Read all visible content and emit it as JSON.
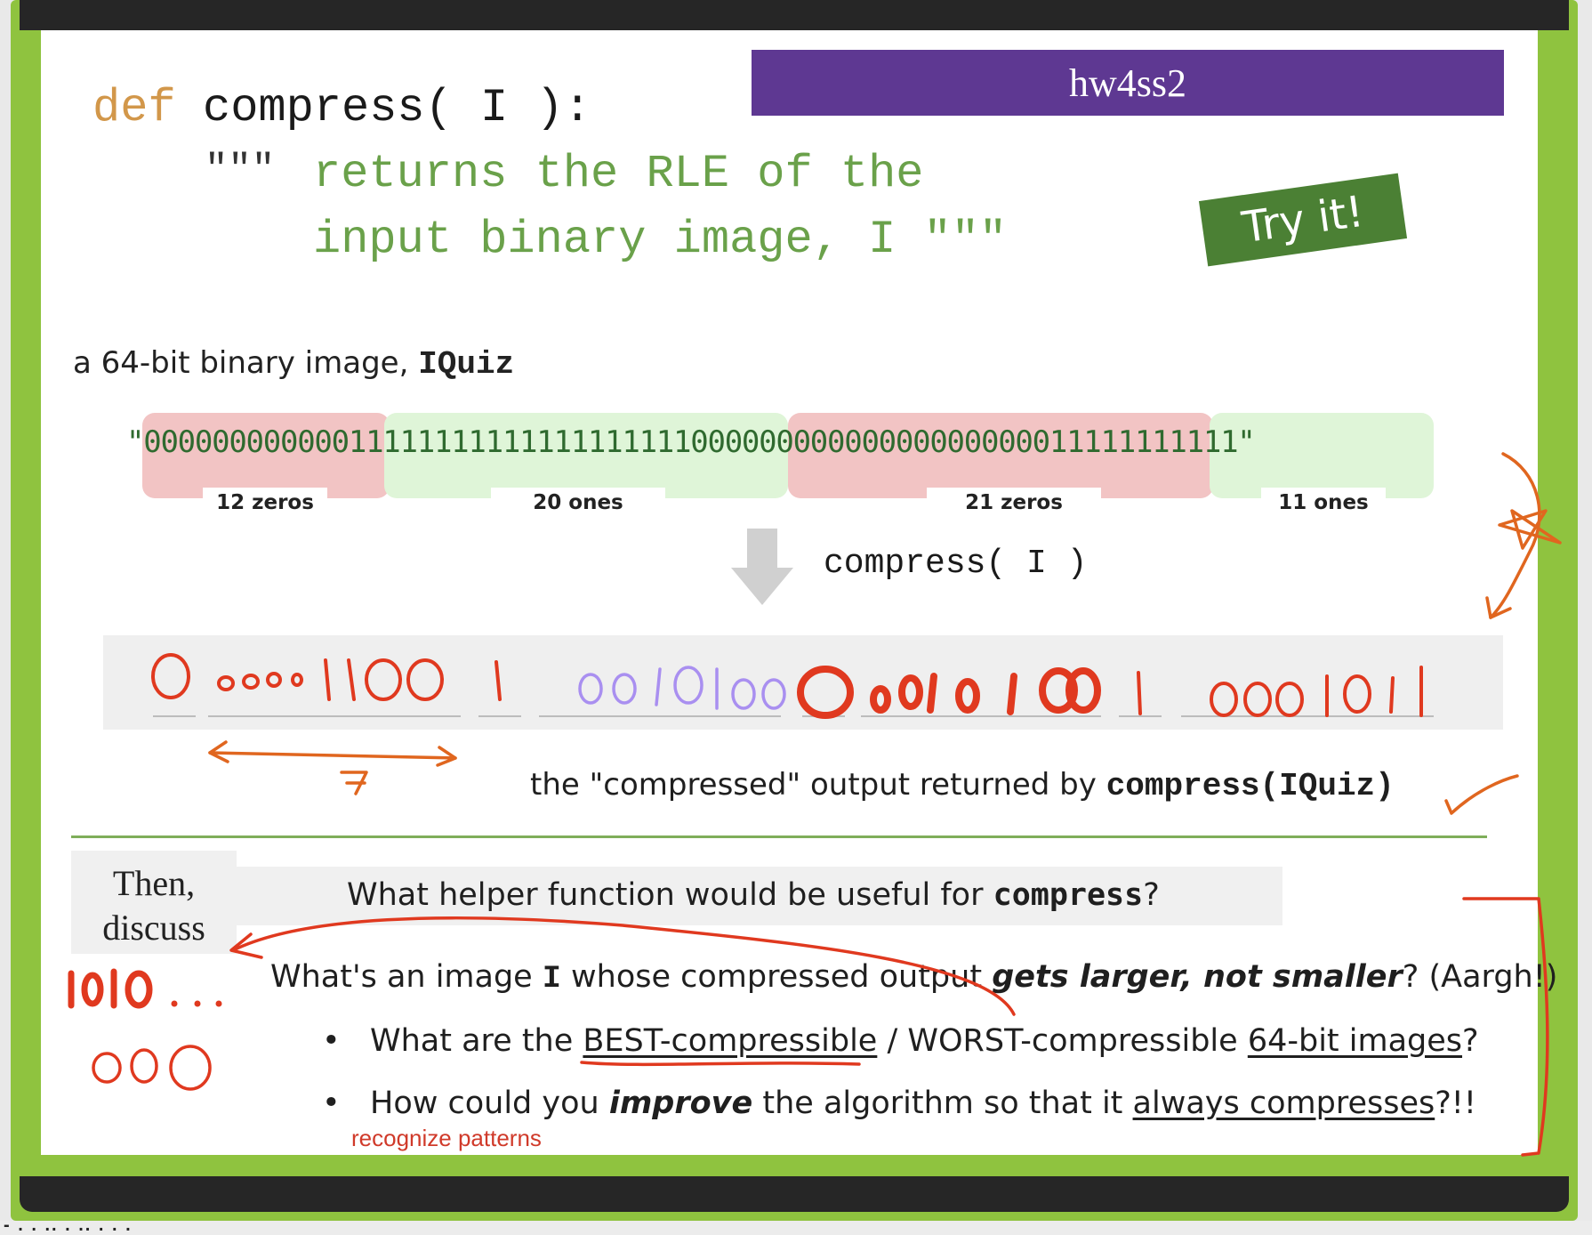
{
  "banner": "hw4ss2",
  "try_it": "Try it!",
  "code": {
    "def_kw": "def",
    "signature": "compress( I ):",
    "doc_quote_open": "\"\"\"",
    "doc_line1": "returns the RLE of the",
    "doc_line2": "input binary image, I \"\"\""
  },
  "image_label": {
    "prefix": "a 64-bit binary image,",
    "name": "IQuiz"
  },
  "bitstring": "\"0000000000001111111111111111111100000000000000000000011111111111\"",
  "runs": [
    {
      "label": "12 zeros",
      "kind": "zeros"
    },
    {
      "label": "20 ones",
      "kind": "ones"
    },
    {
      "label": "21 zeros",
      "kind": "zeros"
    },
    {
      "label": "11 ones",
      "kind": "ones"
    }
  ],
  "compress_call": "compress( I )",
  "output_caption": {
    "prefix": "the \"compressed\" output returned by",
    "code": "compress(IQuiz)"
  },
  "then_discuss": [
    "Then,",
    "discuss"
  ],
  "helper_question": {
    "prefix": "What helper function would be useful for",
    "code": "compress",
    "suffix": "?"
  },
  "larger_question": {
    "part1": "What's an image",
    "var": "I",
    "part2": "whose compressed output",
    "emph": "gets larger, not smaller",
    "part3": "?   (Aargh!)"
  },
  "bullets": [
    {
      "pre": "What are the",
      "u1": "BEST-compressible",
      "mid": " / WORST-compressible",
      "u2": "64-bit images",
      "post": "?"
    },
    {
      "pre": "How could you",
      "emph": "improve",
      "mid": "the algorithm so that it",
      "u1": "always compresses",
      "post": "?!!"
    }
  ],
  "annotation_recognize": "recognize patterns",
  "colors": {
    "banner": "#5e3892",
    "try_it": "#4b8034",
    "frame": "#8fc33f",
    "zeros_highlight": "#f2c4c4",
    "ones_highlight": "#dff5d8",
    "ink_red": "#e0391f",
    "ink_purple": "#a98ff0",
    "ink_orange": "#e0661f"
  }
}
